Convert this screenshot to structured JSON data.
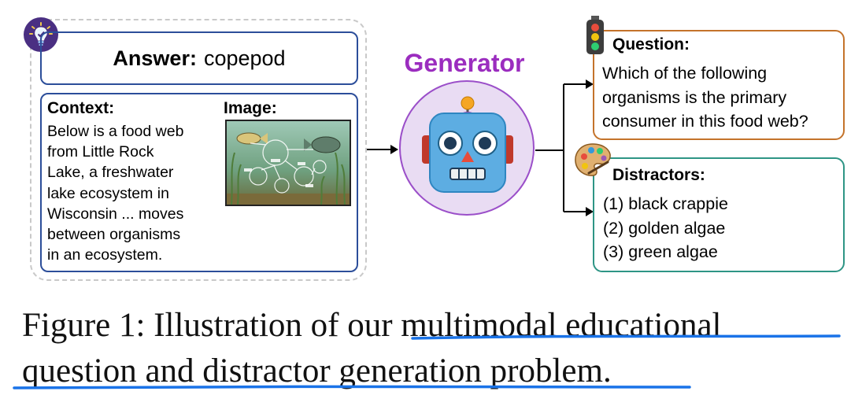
{
  "answer": {
    "label": "Answer:",
    "value": "copepod"
  },
  "context": {
    "label": "Context:",
    "text": "Below is a food web\nfrom Little Rock\nLake, a freshwater\nlake ecosystem in\nWisconsin ... moves\nbetween organisms\nin an ecosystem."
  },
  "image": {
    "label": "Image:"
  },
  "generator": {
    "label": "Generator"
  },
  "question": {
    "label": "Question:",
    "text": "Which of the following\norganisms is the primary\nconsumer in this food web?"
  },
  "distractors": {
    "label": "Distractors:",
    "items": [
      "(1) black crappie",
      "(2) golden algae",
      "(3) green algae"
    ]
  },
  "caption": {
    "line1": "Figure 1:  Illustration of our multimodal educational",
    "line2": "question and distractor generation problem."
  },
  "colors": {
    "input_border": "#2c4e9a",
    "generator_text": "#9b2dbf",
    "question_border": "#c4732b",
    "distractor_border": "#2e9585",
    "underline": "#1a73e8"
  }
}
